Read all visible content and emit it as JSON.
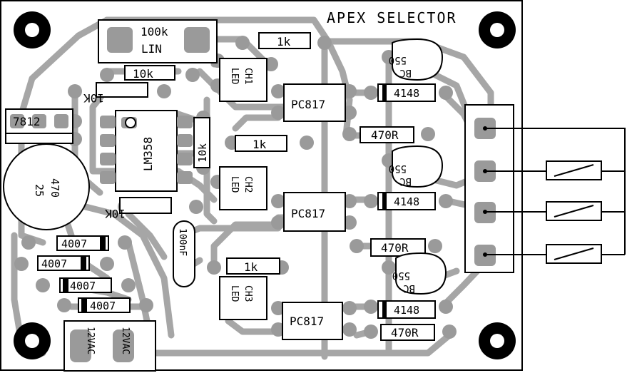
{
  "title": "APEX SELECTOR",
  "colors": {
    "trace": "#a6a6a6",
    "pad": "#9a9a9a",
    "ink": "#000000",
    "board": "#ffffff"
  },
  "components": {
    "pot_value": "100k",
    "pot_type": "LIN",
    "r_top_1k": "1k",
    "r_10k_a": "10k",
    "r_10k_b": "10K",
    "r_10k_c": "10k",
    "r_10k_d": "10K",
    "r_1k_mid": "1k",
    "r_1k_low": "1k",
    "regulator": "7812",
    "opamp": "LM358",
    "cap_big_value": "470",
    "cap_big_voltage": "25",
    "cap_small": "100nF",
    "diode_1": "4007",
    "diode_2": "4007",
    "diode_3": "4007",
    "diode_4": "4007",
    "ch1": "CH1",
    "ch2": "CH2",
    "ch3": "CH3",
    "led": "LED",
    "opto_1": "PC817",
    "opto_2": "PC817",
    "opto_3": "PC817",
    "sig_diode_1": "4148",
    "sig_diode_2": "4148",
    "sig_diode_3": "4148",
    "r_470_1": "470R",
    "r_470_2": "470R",
    "r_470_3": "470R",
    "transistor_type": "BC",
    "transistor_num": "550",
    "ac_in_1": "12VAC",
    "ac_in_2": "12VAC"
  }
}
